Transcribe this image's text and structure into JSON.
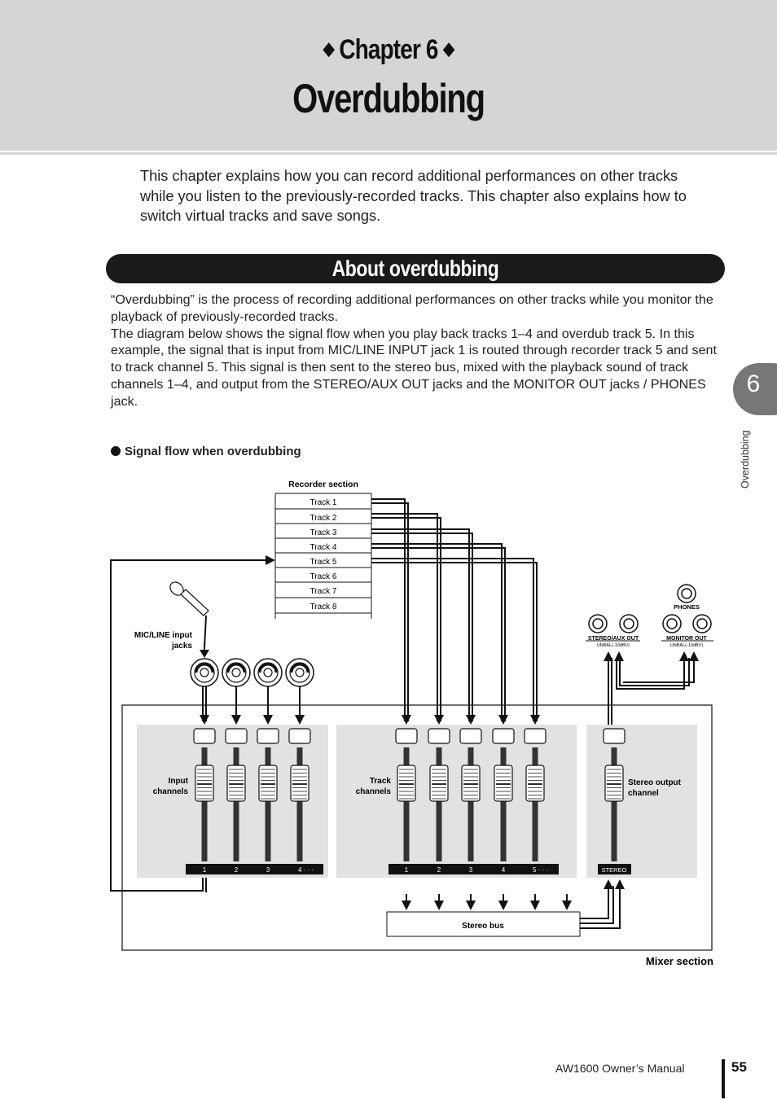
{
  "header": {
    "chapter_label": "Chapter 6",
    "chapter_title": "Overdubbing"
  },
  "intro": "This chapter explains how you can record additional performances on other tracks while you listen to the previously-recorded tracks. This chapter also explains how to switch virtual tracks and save songs.",
  "section": {
    "title": "About overdubbing",
    "paragraph_1": "“Overdubbing” is the process of recording additional performances on other tracks while you monitor the playback of previously-recorded tracks.",
    "paragraph_2": "The diagram below shows the signal flow when you play back tracks 1–4 and overdub track 5. In this example, the signal that is input from MIC/LINE INPUT jack 1 is routed through recorder track 5 and sent to track channel 5. This signal is then sent to the stereo bus, mixed with the playback sound of track channels 1–4, and output from the STEREO/AUX OUT jacks and the MONITOR OUT jacks / PHONES jack."
  },
  "side_tab": {
    "number": "6",
    "label": "Overdubbing"
  },
  "figure": {
    "heading": "Signal flow when overdubbing",
    "recorder_label": "Recorder section",
    "tracks": [
      "Track 1",
      "Track 2",
      "Track 3",
      "Track 4",
      "Track 5",
      "Track 6",
      "Track 7",
      "Track 8"
    ],
    "mic_label_1": "MIC/LINE input",
    "mic_label_2": "jacks",
    "phones_label": "PHONES",
    "stereo_aux_label": "STEREO/AUX OUT",
    "stereo_aux_sub": "UNBAL(-10dBV)",
    "monitor_label": "MONITOR OUT",
    "monitor_sub": "UNBAL(-10dBV)",
    "input_group_1": "Input",
    "input_group_2": "channels",
    "track_group_1": "Track",
    "track_group_2": "channels",
    "stereo_group_1": "Stereo output",
    "stereo_group_2": "channel",
    "input_numbers": [
      "1",
      "2",
      "3",
      "4 · · ·"
    ],
    "track_numbers": [
      "1",
      "2",
      "3",
      "4",
      "5 · · ·"
    ],
    "stereo_strip_label": "STEREO",
    "stereo_bus": "Stereo bus",
    "mixer_label": "Mixer section"
  },
  "footer": {
    "manual": "AW1600  Owner’s Manual",
    "page": "55"
  }
}
